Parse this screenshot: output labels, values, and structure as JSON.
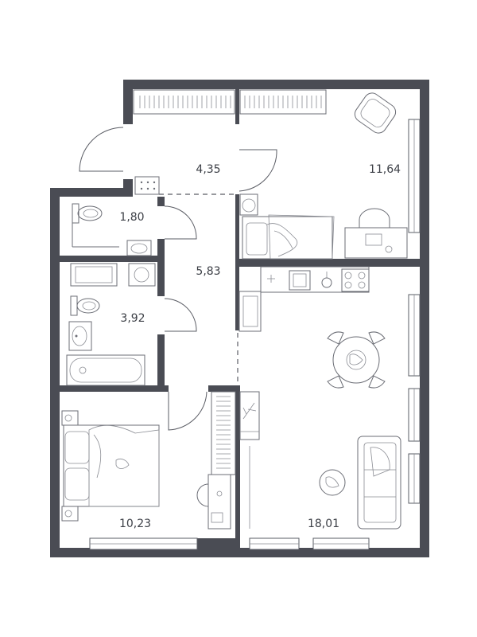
{
  "rooms": [
    {
      "id": "hall",
      "area": "4,35"
    },
    {
      "id": "bedroom-top",
      "area": "11,64"
    },
    {
      "id": "toilet",
      "area": "1,80"
    },
    {
      "id": "corridor",
      "area": "5,83"
    },
    {
      "id": "bathroom",
      "area": "3,92"
    },
    {
      "id": "bedroom-bottom",
      "area": "10,23"
    },
    {
      "id": "living-kitchen",
      "area": "18,01"
    }
  ],
  "colors": {
    "wall": "#4a4c54",
    "line": "#6b6d75",
    "text": "#3c3f46"
  }
}
